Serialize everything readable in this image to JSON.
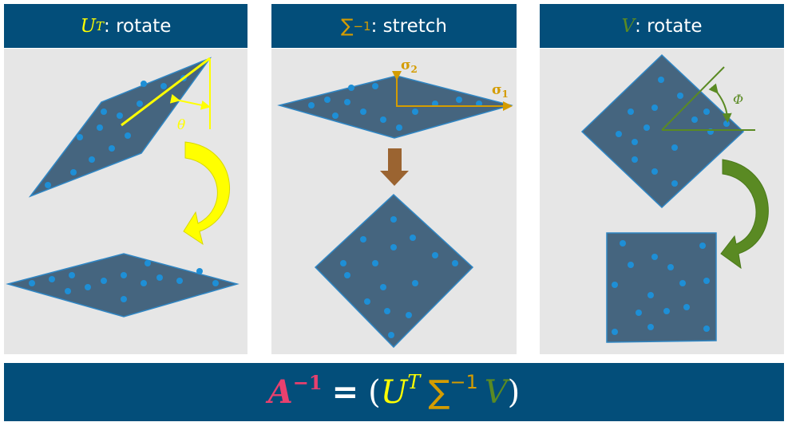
{
  "panels": [
    {
      "symbol": "U",
      "sup": "T",
      "label": ": rotate",
      "color": "#ffff00"
    },
    {
      "symbol": "∑",
      "sup": "−1",
      "label": " : stretch",
      "color": "#d49c00"
    },
    {
      "symbol": "V",
      "sup": "",
      "label": ": rotate",
      "color": "#5a8a23"
    }
  ],
  "annotations": {
    "theta": "θ",
    "sigma1": "σ",
    "sigma1_sub": "1",
    "sigma2": "σ",
    "sigma2_sub": "2",
    "phi": "Φ"
  },
  "formula": {
    "lhs": "A",
    "lhs_sup": "−1",
    "eq": "=",
    "open": "(",
    "u": "U",
    "u_sup": "T",
    "sigma": "∑",
    "sigma_sup": "−1",
    "v": "V",
    "close": ")"
  },
  "colors": {
    "header": "#034e7a",
    "shape": "#45657f",
    "dot": "#1e8fd6",
    "pink": "#e8406e",
    "yellow": "#ffff00",
    "gold": "#d49c00",
    "green": "#5a8a23",
    "brown": "#9b6431"
  }
}
